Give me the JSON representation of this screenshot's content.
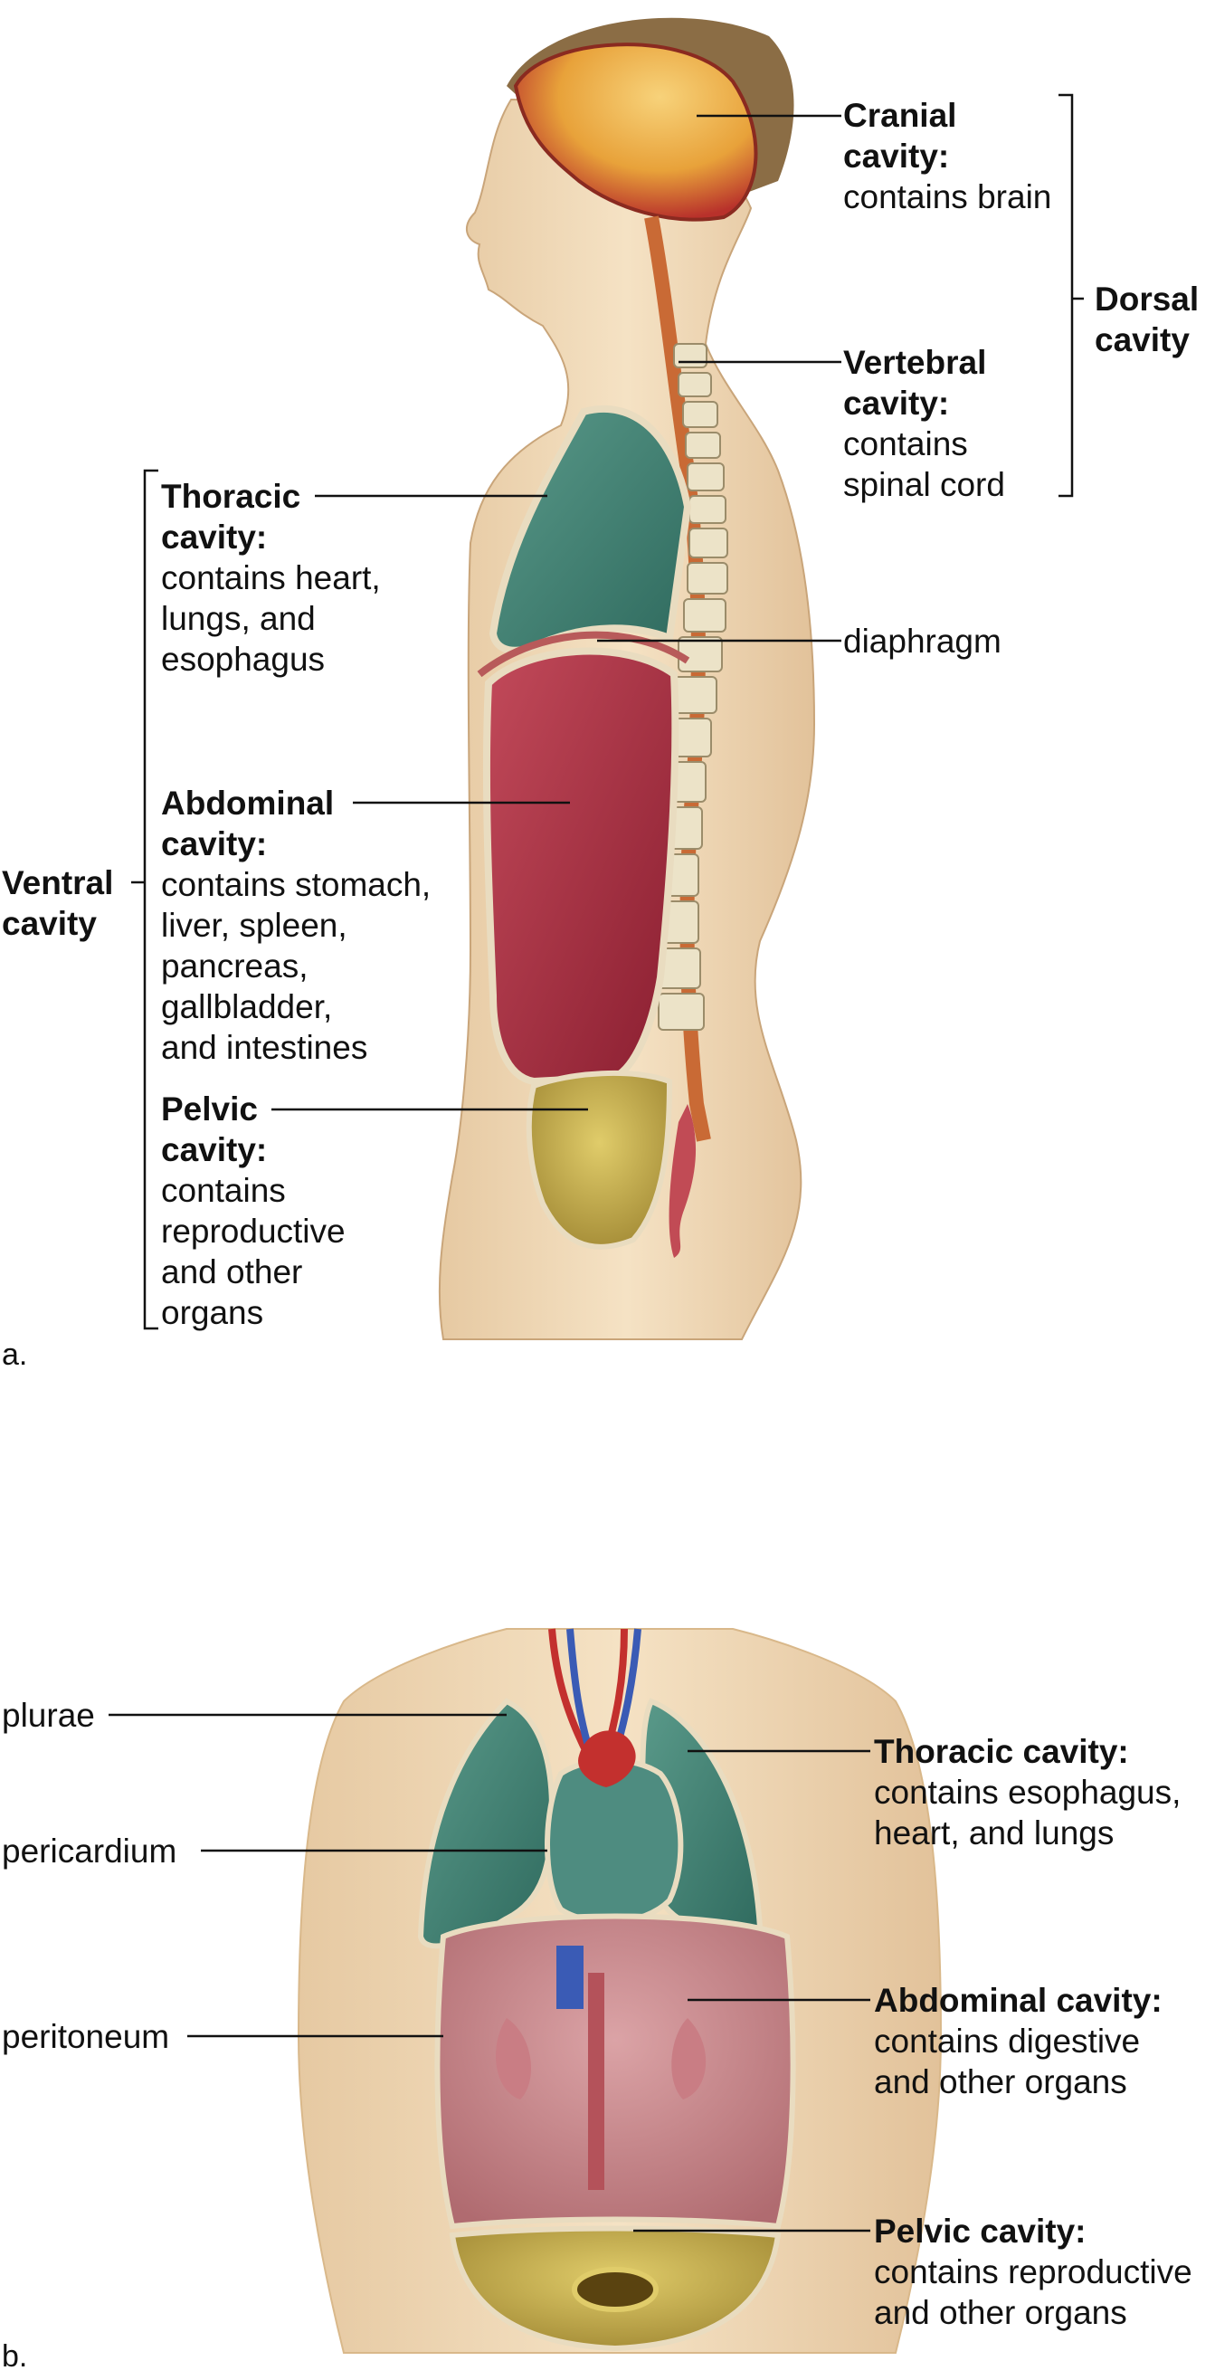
{
  "panel_a": {
    "letter": "a.",
    "cranial": {
      "title": "Cranial",
      "title2": "cavity:",
      "desc": [
        "contains brain"
      ]
    },
    "dorsal": {
      "title": "Dorsal",
      "title2": "cavity"
    },
    "vertebral": {
      "title": "Vertebral",
      "title2": "cavity:",
      "desc": [
        "contains",
        "spinal cord"
      ]
    },
    "thoracic": {
      "title": "Thoracic",
      "title2": "cavity:",
      "desc": [
        "contains heart,",
        "lungs, and",
        "esophagus"
      ]
    },
    "diaphragm": {
      "label": "diaphragm"
    },
    "abdominal": {
      "title": "Abdominal",
      "title2": "cavity:",
      "desc": [
        "contains stomach,",
        "liver, spleen,",
        "pancreas,",
        "gallbladder,",
        "and intestines"
      ]
    },
    "ventral": {
      "title": "Ventral",
      "title2": "cavity"
    },
    "pelvic": {
      "title": "Pelvic",
      "title2": "cavity:",
      "desc": [
        "contains",
        "reproductive",
        "and other",
        "organs"
      ]
    }
  },
  "panel_b": {
    "letter": "b.",
    "plurae": "plurae",
    "pericardium": "pericardium",
    "peritoneum": "peritoneum",
    "thoracic": {
      "title": "Thoracic cavity:",
      "desc": [
        "contains esophagus,",
        "heart, and lungs"
      ]
    },
    "abdominal": {
      "title": "Abdominal cavity:",
      "desc": [
        "contains digestive",
        "and other organs"
      ]
    },
    "pelvic": {
      "title": "Pelvic cavity:",
      "desc": [
        "contains reproductive",
        "and other organs"
      ]
    }
  },
  "colors": {
    "skin": "#f0d9b5",
    "lung": "#3f7f72",
    "abdomen": "#a3283d",
    "pelvic": "#c9b24a",
    "brain": "#e8a23a",
    "spine": "#c96a35",
    "abdomen_front": "#c9868c"
  }
}
